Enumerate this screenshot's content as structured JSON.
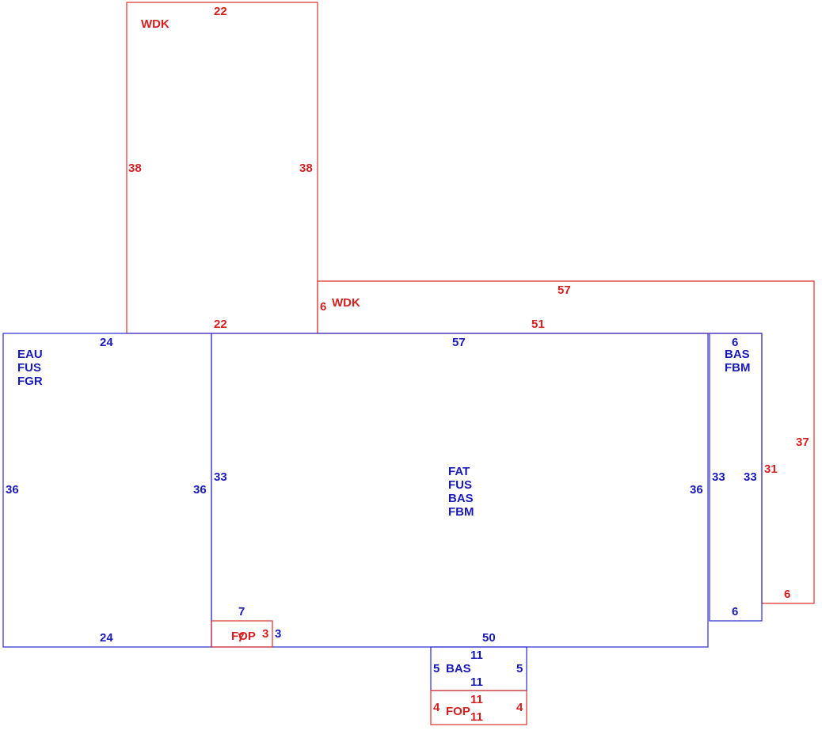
{
  "areas": {
    "wdk_upper": {
      "code": "WDK",
      "top": "22",
      "left": "38",
      "right": "38",
      "bottom": "22"
    },
    "wdk_right": {
      "code": "WDK",
      "top": "57",
      "left": "6",
      "right": "37",
      "bottom_right": "6",
      "inner_right": "31",
      "inner_top": "51"
    },
    "left_block": {
      "codes": [
        "EAU",
        "FUS",
        "FGR"
      ],
      "top": "24",
      "bottom": "24",
      "left": "36",
      "right": "36"
    },
    "main_block": {
      "codes": [
        "FAT",
        "FUS",
        "BAS",
        "FBM"
      ],
      "top": "57",
      "left": "33",
      "right": "36",
      "bottom": "50"
    },
    "right_strip": {
      "codes": [
        "BAS",
        "FBM"
      ],
      "top": "6",
      "bottom": "6",
      "left": "33",
      "right": "33"
    },
    "fop_small": {
      "code": "FOP",
      "top": "7",
      "left": "7",
      "right": "3",
      "right_outer": "3"
    },
    "bas_bottom": {
      "code": "BAS",
      "top": "11",
      "bottom": "11",
      "left": "5",
      "right": "5"
    },
    "fop_bottom": {
      "code": "FOP",
      "top": "11",
      "bottom": "11",
      "left": "4",
      "right": "4"
    }
  }
}
